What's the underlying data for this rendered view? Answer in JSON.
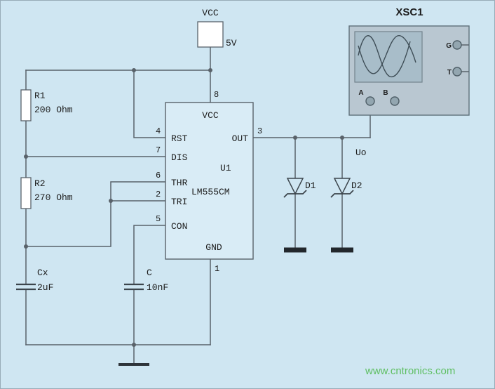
{
  "colors": {
    "background": "#cfe6f2",
    "wire": "#59626a",
    "text": "#1c1c1c",
    "component_fill": "#ffffff",
    "scope_body": "#b9c7d1",
    "scope_screen": "#a8bdc9",
    "watermark_green": "#5fbf63"
  },
  "power": {
    "net_label": "VCC",
    "voltage": "5V"
  },
  "u1": {
    "designator": "U1",
    "part_number": "LM555CM",
    "pin_labels": {
      "vcc": "VCC",
      "rst": "RST",
      "out": "OUT",
      "dis": "DIS",
      "thr": "THR",
      "tri": "TRI",
      "con": "CON",
      "gnd": "GND"
    },
    "pin_numbers": {
      "vcc": "8",
      "rst": "4",
      "out": "3",
      "dis": "7",
      "thr": "6",
      "tri": "2",
      "con": "5",
      "gnd": "1"
    }
  },
  "r1": {
    "designator": "R1",
    "value": "200 Ohm"
  },
  "r2": {
    "designator": "R2",
    "value": "270 Ohm"
  },
  "cx": {
    "designator": "Cx",
    "value": "2uF"
  },
  "c": {
    "designator": "C",
    "value": "10nF"
  },
  "d1": {
    "designator": "D1"
  },
  "d2": {
    "designator": "D2"
  },
  "output": {
    "net_label": "Uo"
  },
  "scope": {
    "designator": "XSC1",
    "terminals": {
      "g": "G",
      "t": "T",
      "a": "A",
      "b": "B"
    }
  },
  "watermark": {
    "text": "www.cntronics.com"
  }
}
